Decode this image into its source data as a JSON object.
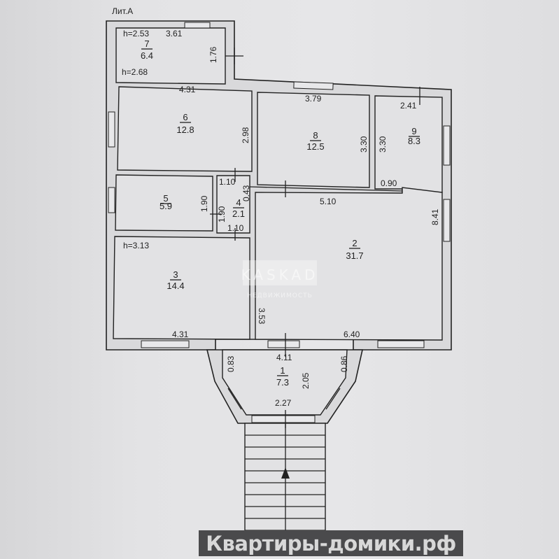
{
  "title": "Лит.А",
  "rooms": [
    {
      "number": "1",
      "area": "7.3"
    },
    {
      "number": "2",
      "area": "31.7"
    },
    {
      "number": "3",
      "area": "14.4"
    },
    {
      "number": "4",
      "area": "2.1"
    },
    {
      "number": "5",
      "area": "5.9"
    },
    {
      "number": "6",
      "area": "12.8"
    },
    {
      "number": "7",
      "area": "6.4"
    },
    {
      "number": "8",
      "area": "12.5"
    },
    {
      "number": "9",
      "area": "8.3"
    }
  ],
  "heights": {
    "room7": "h=2.53",
    "room6": "h=2.68",
    "room3": "h=3.13"
  },
  "dimensions": {
    "r7_width": "3.61",
    "r7_depth": "1.76",
    "r6_width": "4.31",
    "r6_depth": "2.98",
    "r8_width": "3.79",
    "r8_depth": "3.30",
    "r9_width": "2.41",
    "r9_depth": "3.30",
    "r9_opening": "0.90",
    "r4_top": "1.10",
    "r4_side": "0.43",
    "r4_depth": "1.90",
    "r4_bottom": "1.10",
    "r5_depth": "1.90",
    "r2_width_top": "5.10",
    "r2_depth": "8.41",
    "r2_width_bottom": "6.40",
    "r2_side": "3.53",
    "r3_width": "4.31",
    "r1_width_top": "4.11",
    "r1_left": "0.83",
    "r1_right": "0.86",
    "r1_depth": "2.05",
    "r1_width_bottom": "2.27"
  },
  "watermark": {
    "brand": "KASKAD",
    "subtitle": "НЕДВИЖИМОСТЬ"
  },
  "banner": {
    "text": "Квартиры-домики.рф",
    "accent": "#8cc63f"
  }
}
